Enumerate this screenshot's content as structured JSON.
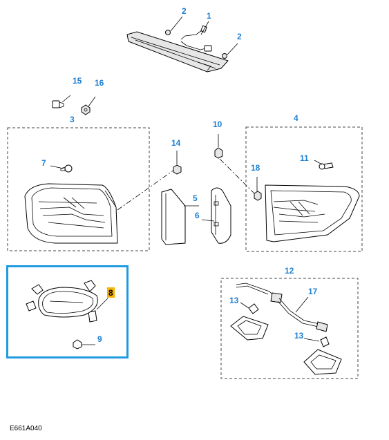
{
  "diagram": {
    "reference_code": "E661A040",
    "highlight_color": "#1e9be0",
    "callout_color": "#1f7fd0",
    "selected_callout_color": "#f6b400",
    "selected_part": "8",
    "callouts": {
      "c1": "1",
      "c2a": "2",
      "c2b": "2",
      "c3": "3",
      "c4": "4",
      "c5": "5",
      "c6": "6",
      "c7": "7",
      "c8": "8",
      "c9": "9",
      "c10": "10",
      "c11": "11",
      "c12": "12",
      "c13a": "13",
      "c13b": "13",
      "c14": "14",
      "c15": "15",
      "c16": "16",
      "c17": "17",
      "c18": "18"
    }
  }
}
